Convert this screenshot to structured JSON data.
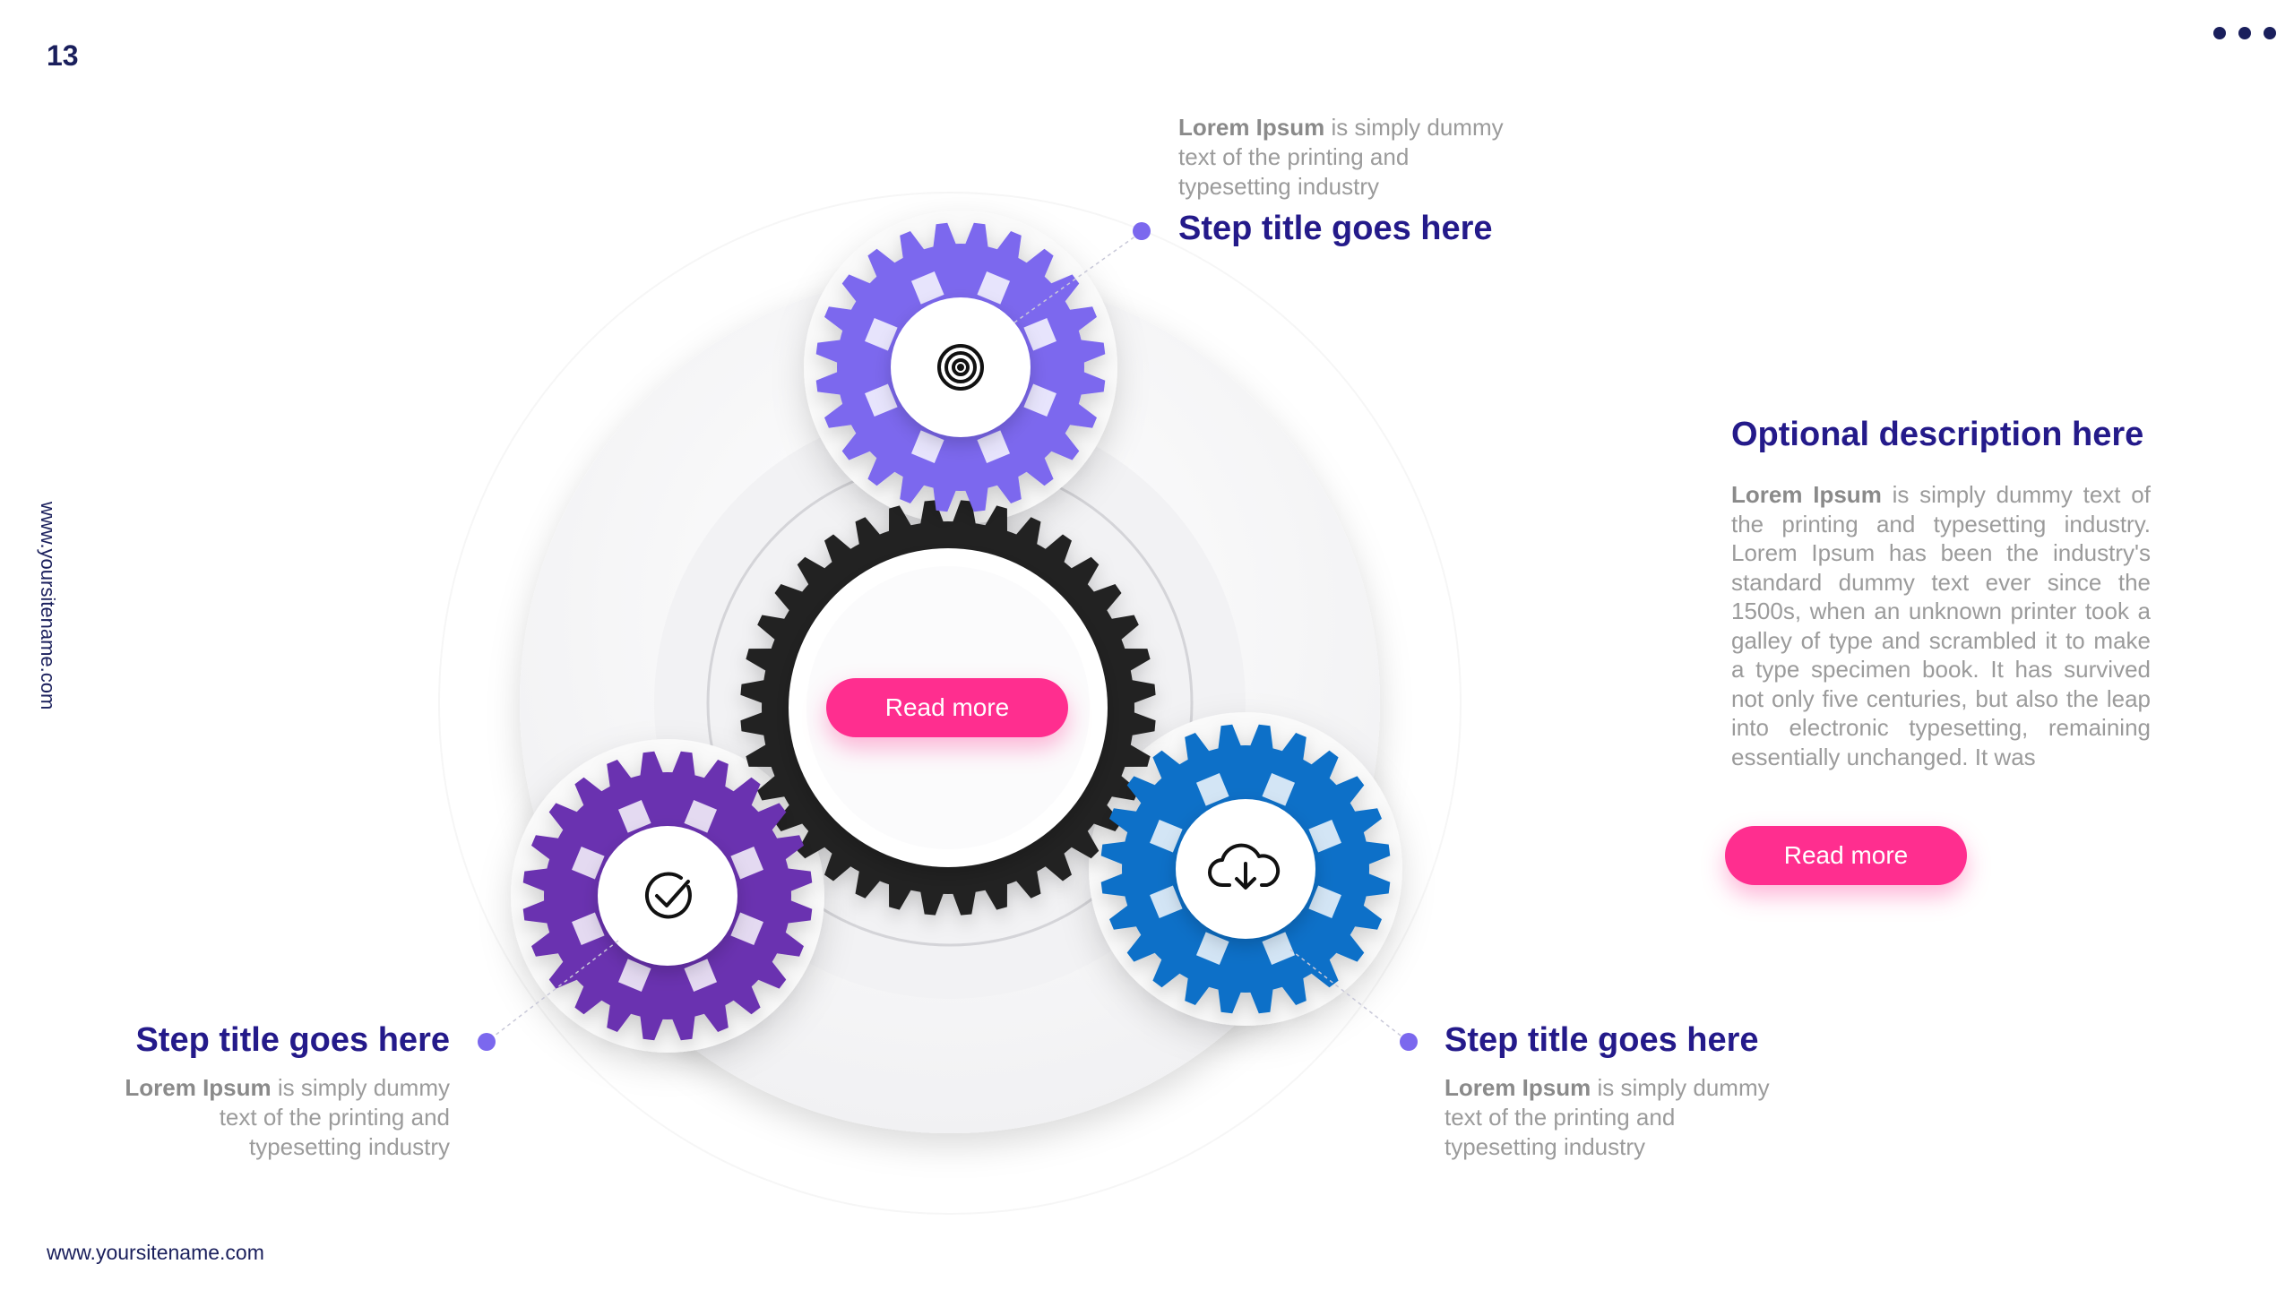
{
  "page_number": "13",
  "website_side": "www.yoursitename.com",
  "website_footer": "www.yoursitename.com",
  "center_button": "Read more",
  "steps": [
    {
      "title": "Step title goes here",
      "desc_bold": "Lorem Ipsum",
      "desc_rest": " is simply dummy text of the printing and typesetting industry",
      "icon": "target-icon"
    },
    {
      "title": "Step title goes here",
      "desc_bold": "Lorem Ipsum",
      "desc_rest": " is simply dummy text of the printing and typesetting industry",
      "icon": "check-circle-icon"
    },
    {
      "title": "Step title goes here",
      "desc_bold": "Lorem Ipsum",
      "desc_rest": " is simply dummy text of the printing and typesetting industry",
      "icon": "cloud-download-icon"
    }
  ],
  "optional": {
    "title": "Optional description here",
    "desc_bold": "Lorem Ipsum",
    "desc_rest": " is simply dummy text of the printing and typesetting industry. Lorem Ipsum has been the industry's standard dummy text ever since the 1500s, when an unknown printer took a galley of type and scrambled it to make a type specimen book. It has survived not only five centuries, but also the leap into electronic typesetting, remaining essentially unchanged. It was",
    "button": "Read more"
  },
  "colors": {
    "gear_top": "#7b68ee",
    "gear_left": "#6a30b0",
    "gear_right": "#0a6fc8",
    "gear_center": "#222222",
    "accent": "#ff2e8f",
    "title": "#241a8a"
  }
}
